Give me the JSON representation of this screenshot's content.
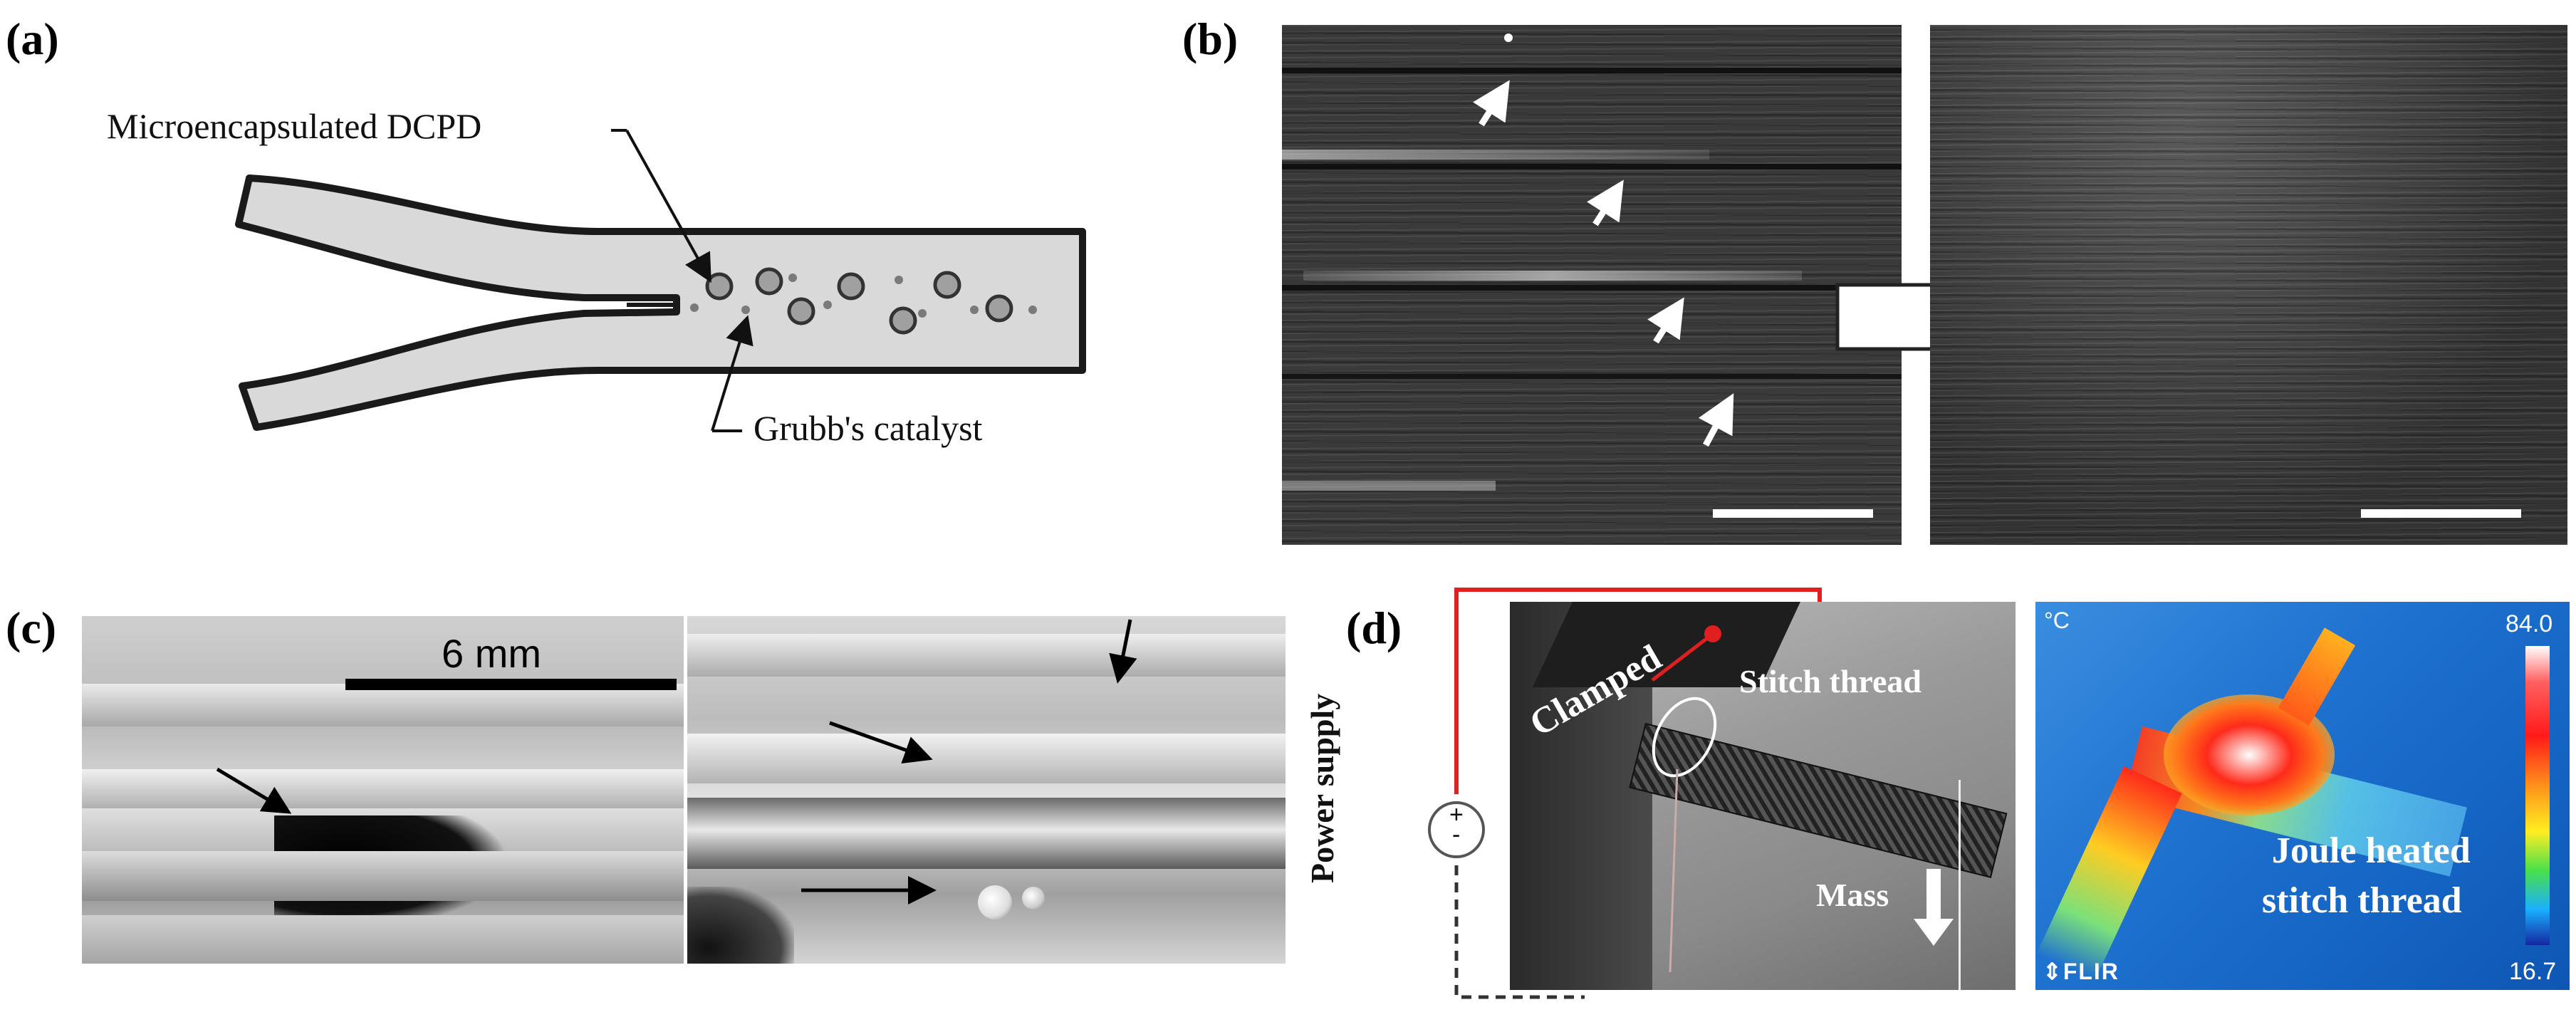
{
  "panels": {
    "a": {
      "label": "(a)",
      "annotations": {
        "microcapsule": "Microencapsulated DCPD",
        "catalyst": "Grubb's catalyst"
      }
    },
    "b": {
      "label": "(b)"
    },
    "c": {
      "label": "(c)",
      "scale_bar": "6 mm"
    },
    "d": {
      "label": "(d)",
      "power_supply": "Power supply",
      "plus": "+",
      "minus": "-",
      "clamped": "Clamped",
      "stitch_thread": "Stitch thread",
      "mass": "Mass",
      "thermal_unit": "°C",
      "thermal_max": "84.0",
      "thermal_min": "16.7",
      "thermal_caption_line1": "Joule heated",
      "thermal_caption_line2": "stitch thread",
      "camera_brand": "FLIR"
    }
  },
  "colors": {
    "beam_fill": "#d9d9d9",
    "beam_stroke": "#1a1a1a",
    "micrograph_dark": "#2b2b2b",
    "thermal_background": "#1a7fd6",
    "hot": "#ff2a1a",
    "wire_red": "#e02020"
  }
}
